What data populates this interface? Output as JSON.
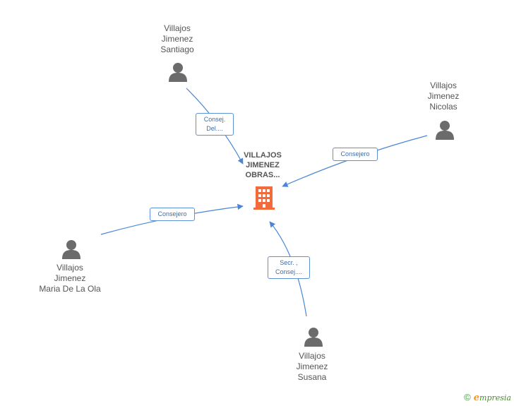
{
  "company": {
    "name_lines": [
      "VILLAJOS",
      "JIMENEZ",
      "OBRAS..."
    ],
    "icon": "building-icon",
    "color": "#f26b3a"
  },
  "people": [
    {
      "id": "santiago",
      "name_lines": [
        "Villajos",
        "Jimenez",
        "Santiago"
      ],
      "icon": "person-icon"
    },
    {
      "id": "nicolas",
      "name_lines": [
        "Villajos",
        "Jimenez",
        "Nicolas"
      ],
      "icon": "person-icon"
    },
    {
      "id": "maria",
      "name_lines": [
        "Villajos",
        "Jimenez",
        "Maria De La Ola"
      ],
      "icon": "person-icon"
    },
    {
      "id": "susana",
      "name_lines": [
        "Villajos",
        "Jimenez",
        "Susana"
      ],
      "icon": "person-icon"
    }
  ],
  "relations": [
    {
      "from": "santiago",
      "label_lines": [
        "Consej.",
        "Del...."
      ]
    },
    {
      "from": "nicolas",
      "label_lines": [
        "Consejero"
      ]
    },
    {
      "from": "maria",
      "label_lines": [
        "Consejero"
      ]
    },
    {
      "from": "susana",
      "label_lines": [
        "Secr. ,",
        "Consej...."
      ]
    }
  ],
  "colors": {
    "edge": "#4a86d8",
    "person_icon": "#6b6b6b",
    "label_border": "#5b93d6"
  },
  "footer": {
    "copyright": "©",
    "brand": "mpresia",
    "brand_initial": "e"
  }
}
